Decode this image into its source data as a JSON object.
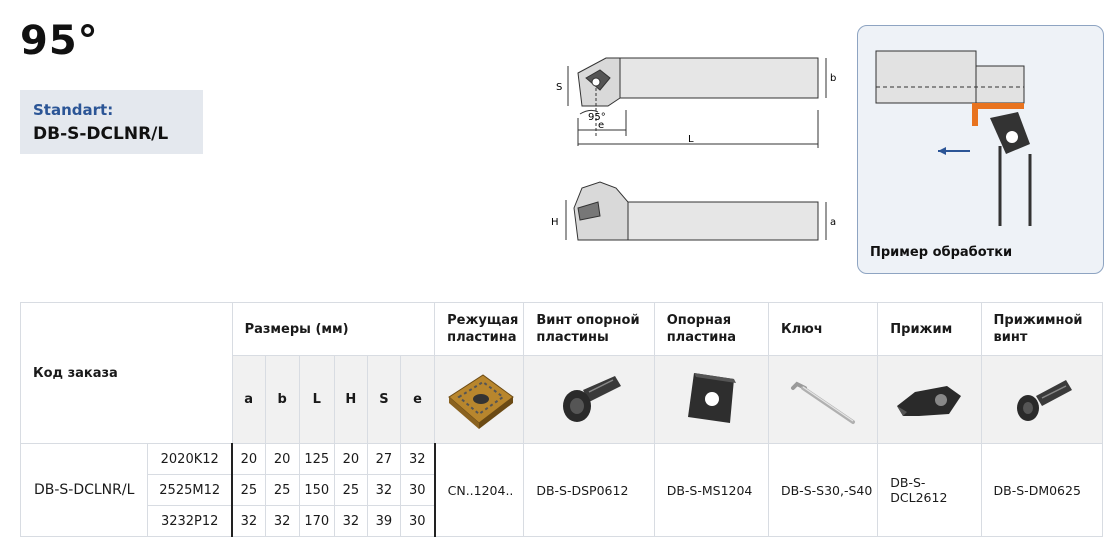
{
  "header": {
    "angle": "95°",
    "standart_label": "Standart:",
    "standart_code": "DB-S-DCLNR/L"
  },
  "drawing": {
    "label_s": "S",
    "label_b": "b",
    "label_angle": "95°",
    "label_e": "e",
    "label_L": "L",
    "label_H": "H",
    "label_a": "a"
  },
  "example": {
    "caption": "Пример обработки"
  },
  "table": {
    "order_code_header": "Код заказа",
    "dims_header": "Размеры (мм)",
    "dim_columns": [
      "a",
      "b",
      "L",
      "H",
      "S",
      "e"
    ],
    "part_headers": {
      "insert": "Режущая пластина",
      "seat_screw": "Винт опорной пластины",
      "seat": "Опорная пластина",
      "key": "Ключ",
      "clamp": "Прижим",
      "clamp_screw": "Прижимной винт"
    },
    "order_code": "DB-S-DCLNR/L",
    "rows": [
      {
        "variant": "2020K12",
        "a": "20",
        "b": "20",
        "L": "125",
        "H": "20",
        "S": "27",
        "e": "32"
      },
      {
        "variant": "2525M12",
        "a": "25",
        "b": "25",
        "L": "150",
        "H": "25",
        "S": "32",
        "e": "30"
      },
      {
        "variant": "3232P12",
        "a": "32",
        "b": "32",
        "L": "170",
        "H": "32",
        "S": "39",
        "e": "30"
      }
    ],
    "parts": {
      "insert": "CN..1204..",
      "seat_screw": "DB-S-DSP0612",
      "seat": "DB-S-MS1204",
      "key": "DB-S-S30,-S40",
      "clamp": "DB-S-DCL2612",
      "clamp_screw": "DB-S-DM0625"
    }
  },
  "colors": {
    "accent_blue": "#2b5596",
    "example_border": "#8ea4c2",
    "workpiece_orange": "#e8731f",
    "panel_bg": "#e4e8ee"
  }
}
